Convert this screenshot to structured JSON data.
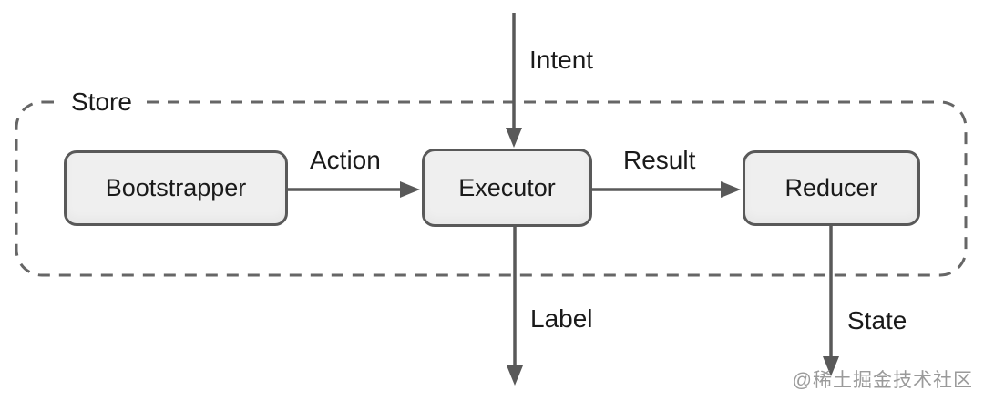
{
  "diagram": {
    "container": {
      "label": "Store"
    },
    "nodes": [
      {
        "id": "bootstrapper",
        "label": "Bootstrapper"
      },
      {
        "id": "executor",
        "label": "Executor"
      },
      {
        "id": "reducer",
        "label": "Reducer"
      }
    ],
    "edges": [
      {
        "id": "intent",
        "label": "Intent",
        "from": "external-top",
        "to": "executor"
      },
      {
        "id": "action",
        "label": "Action",
        "from": "bootstrapper",
        "to": "executor"
      },
      {
        "id": "result",
        "label": "Result",
        "from": "executor",
        "to": "reducer"
      },
      {
        "id": "label",
        "label": "Label",
        "from": "executor",
        "to": "external-bottom"
      },
      {
        "id": "state",
        "label": "State",
        "from": "reducer",
        "to": "external-bottom"
      }
    ],
    "colors": {
      "stroke": "#595959",
      "dashed_border": "#666666",
      "node_fill": "#efefef",
      "text": "#1a1a1a",
      "watermark": "#9a9a9a"
    }
  },
  "watermark": {
    "text": "@稀土掘金技术社区"
  }
}
